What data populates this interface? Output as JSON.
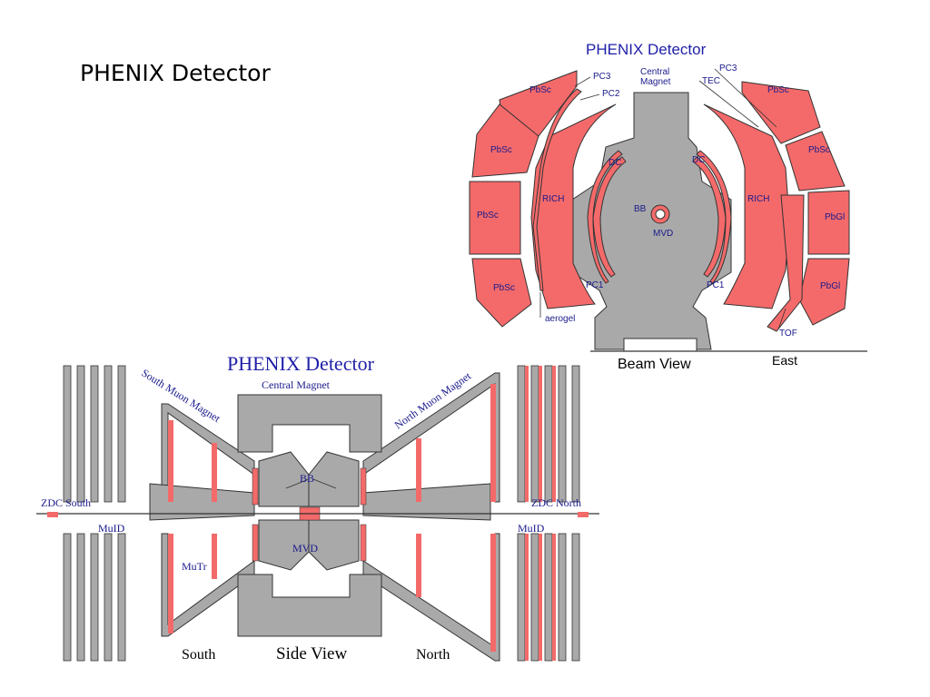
{
  "slide": {
    "title": "PHENIX Detector"
  },
  "beam_view": {
    "title": "PHENIX Detector",
    "caption": "Beam View",
    "side_label": "East",
    "labels": {
      "central_magnet_1": "Central",
      "central_magnet_2": "Magnet",
      "pc3_w": "PC3",
      "pc2": "PC2",
      "pc3_e": "PC3",
      "tec": "TEC",
      "pbsc_w1": "PbSc",
      "pbsc_w2": "PbSc",
      "pbsc_w3": "PbSc",
      "pbsc_w4": "PbSc",
      "pbsc_e1": "PbSc",
      "pbsc_e2": "PbSc",
      "pbgl_1": "PbGl",
      "pbgl_2": "PbGl",
      "rich_w": "RICH",
      "rich_e": "RICH",
      "dc_w": "DC",
      "dc_e": "DC",
      "bb": "BB",
      "mvd": "MVD",
      "pc1_w": "PC1",
      "pc1_e": "PC1",
      "aerogel": "aerogel",
      "tof": "TOF"
    },
    "colors": {
      "detector": "#f46a6a",
      "magnet": "#a9a9a9",
      "label": "#1a1a8c"
    }
  },
  "side_view": {
    "title": "PHENIX Detector",
    "labels": {
      "central_magnet": "Central Magnet",
      "south_muon_magnet": "South Muon Magnet",
      "north_muon_magnet": "North Muon Magnet",
      "zdc_south": "ZDC South",
      "zdc_north": "ZDC North",
      "muid_s": "MuID",
      "muid_n": "MuID",
      "bb": "BB",
      "mvd": "MVD",
      "mutr": "MuTr",
      "south": "South",
      "north": "North",
      "caption": "Side View"
    },
    "colors": {
      "title": "#1f1fa8",
      "label": "#1a1a8c"
    }
  }
}
